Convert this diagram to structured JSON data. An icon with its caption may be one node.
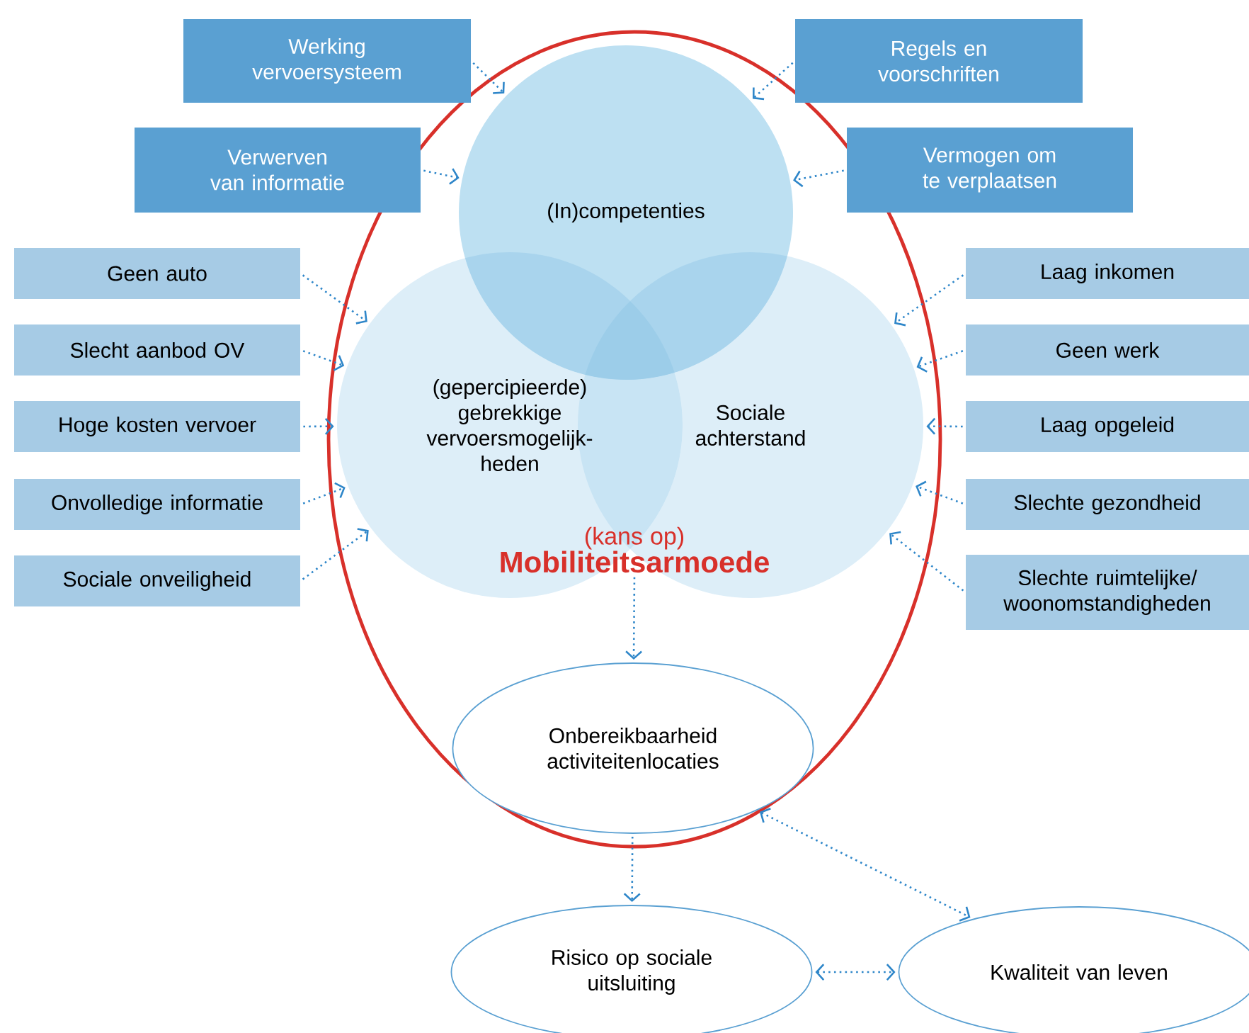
{
  "diagram": {
    "nodes": [
      {
        "text": [
          "Werking vervoersysteem"
        ]
      },
      {
        "text": [
          "Regels en voorschriften"
        ]
      },
      {
        "text": [
          "Verwerven van informatie"
        ]
      },
      {
        "text": [
          "Vermogen om te verplaatsen"
        ]
      },
      {
        "text": [],
        "shape": "ellipse"
      },
      {
        "text": [
          "(In)competenties"
        ],
        "in": 4
      },
      {
        "text": [
          "(gepercipieerde) gebrekkige vervoersmogelijk-heden"
        ],
        "in": 4
      },
      {
        "text": [
          "Sociale achterstand"
        ],
        "in": 4
      },
      {
        "text": [
          "(kans op)",
          "Mobiliteitsarmoede"
        ],
        "in": 4
      },
      {
        "text": [
          "Geen auto"
        ]
      },
      {
        "text": [
          "Slecht aanbod OV"
        ]
      },
      {
        "text": [
          "Hoge kosten vervoer"
        ]
      },
      {
        "text": [
          "Onvolledige informatie"
        ]
      },
      {
        "text": [
          "Sociale onveiligheid"
        ]
      },
      {
        "text": [
          "Laag inkomen"
        ]
      },
      {
        "text": [
          "Geen werk"
        ]
      },
      {
        "text": [
          "Laag opgeleid"
        ]
      },
      {
        "text": [
          "Slechte gezondheid"
        ]
      },
      {
        "text": [
          "Slechte ruimtelijke/ woonomstandigheden"
        ]
      },
      {
        "text": [
          "Onbereikbaarheid activiteitenlocaties"
        ],
        "in": 4
      },
      {
        "text": [
          "Risico op sociale uitsluiting"
        ]
      },
      {
        "text": [
          "Kwaliteit van leven"
        ]
      }
    ],
    "edges": [
      {
        "from": 0,
        "to": 5,
        "arrow": "to"
      },
      {
        "from": 1,
        "to": 5,
        "arrow": "to"
      },
      {
        "from": 2,
        "to": 5,
        "arrow": "to"
      },
      {
        "from": 3,
        "to": 5,
        "arrow": "to"
      },
      {
        "from": 9,
        "to": 6,
        "arrow": "to"
      },
      {
        "from": 10,
        "to": 6,
        "arrow": "to"
      },
      {
        "from": 11,
        "to": 6,
        "arrow": "to"
      },
      {
        "from": 12,
        "to": 6,
        "arrow": "to"
      },
      {
        "from": 13,
        "to": 6,
        "arrow": "to"
      },
      {
        "from": 14,
        "to": 7,
        "arrow": "to"
      },
      {
        "from": 15,
        "to": 7,
        "arrow": "to"
      },
      {
        "from": 16,
        "to": 7,
        "arrow": "to"
      },
      {
        "from": 17,
        "to": 7,
        "arrow": "to"
      },
      {
        "from": 18,
        "to": 7,
        "arrow": "to"
      },
      {
        "from": 8,
        "to": 19,
        "arrow": "to"
      },
      {
        "from": 19,
        "to": 20,
        "arrow": "to"
      },
      {
        "from": 20,
        "to": 21,
        "arrow": "both"
      },
      {
        "from": 19,
        "to": 21,
        "arrow": "both"
      }
    ]
  }
}
